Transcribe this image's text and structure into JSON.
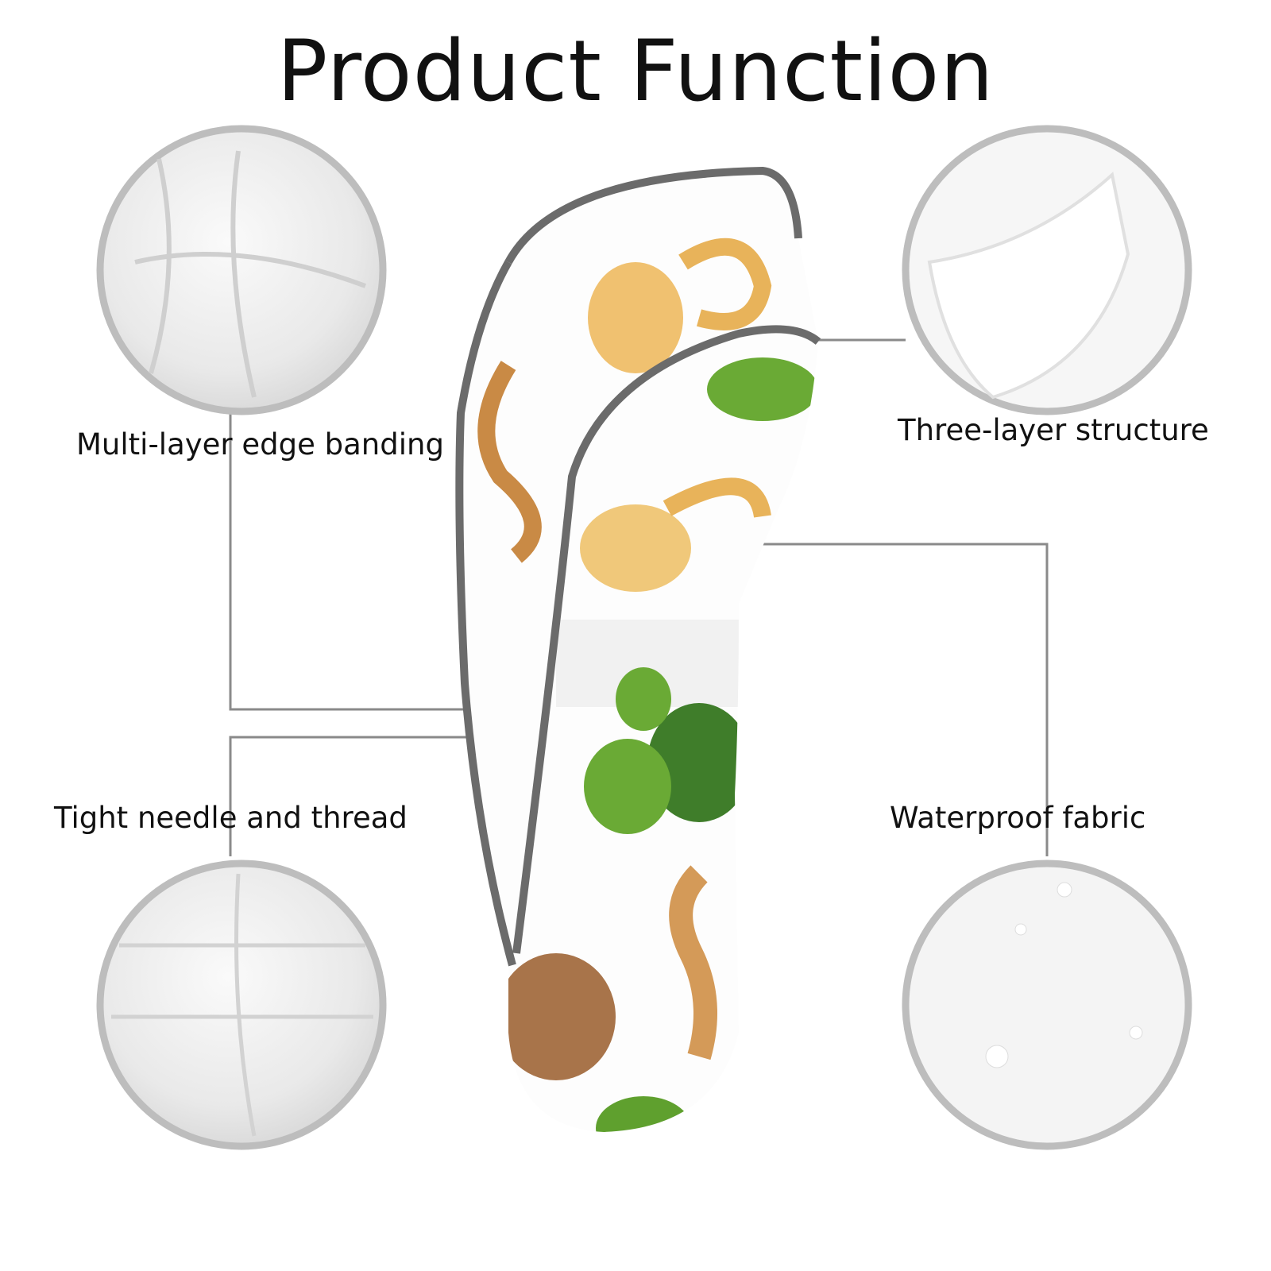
{
  "title": "Product Function",
  "features": [
    {
      "label": "Multi-layer edge banding"
    },
    {
      "label": "Three-layer structure"
    },
    {
      "label": "Tight needle and thread"
    },
    {
      "label": "Waterproof fabric"
    }
  ],
  "colors": {
    "circle_border": "#bdbdbd",
    "connector": "#8a8a8a",
    "binding": "#6b6b6b",
    "green": "#5fa02e",
    "tan": "#e8b35a",
    "brown": "#a8744a"
  }
}
